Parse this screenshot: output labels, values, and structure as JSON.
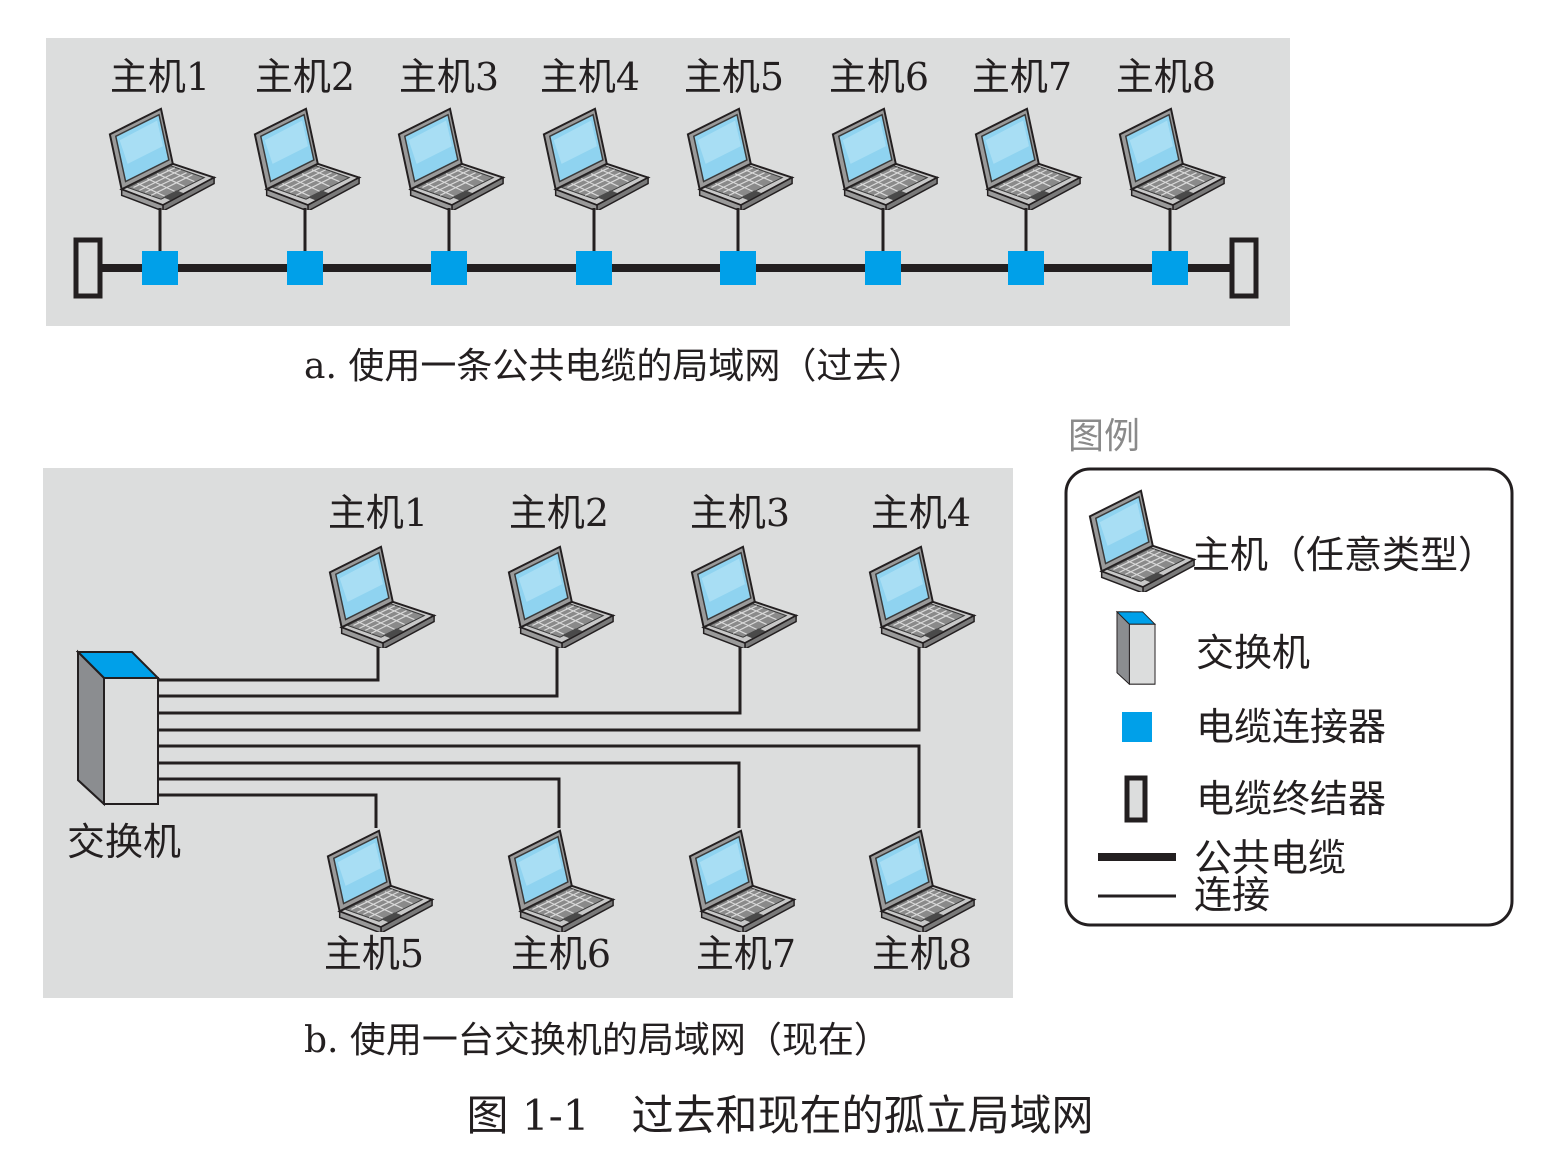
{
  "panel_a": {
    "hosts": [
      "主机1",
      "主机2",
      "主机3",
      "主机4",
      "主机5",
      "主机6",
      "主机7",
      "主机8"
    ],
    "caption": "a. 使用一条公共电缆的局域网（过去）"
  },
  "panel_b": {
    "switch_label": "交换机",
    "top_hosts": [
      "主机1",
      "主机2",
      "主机3",
      "主机4"
    ],
    "bottom_hosts": [
      "主机5",
      "主机6",
      "主机7",
      "主机8"
    ],
    "caption": "b. 使用一台交换机的局域网（现在）"
  },
  "legend": {
    "title": "图例",
    "host": "主机（任意类型）",
    "switch": "交换机",
    "connector": "电缆连接器",
    "terminator": "电缆终结器",
    "shared_cable": "公共电缆",
    "link": "连接"
  },
  "figure_title": "图 1-1　过去和现在的孤立局域网",
  "colors": {
    "panel_bg": "#dcdddd",
    "connector": "#00a0e9",
    "cable": "#231f20",
    "screen": "#8fd3f0",
    "switch_top": "#00a0e9"
  }
}
